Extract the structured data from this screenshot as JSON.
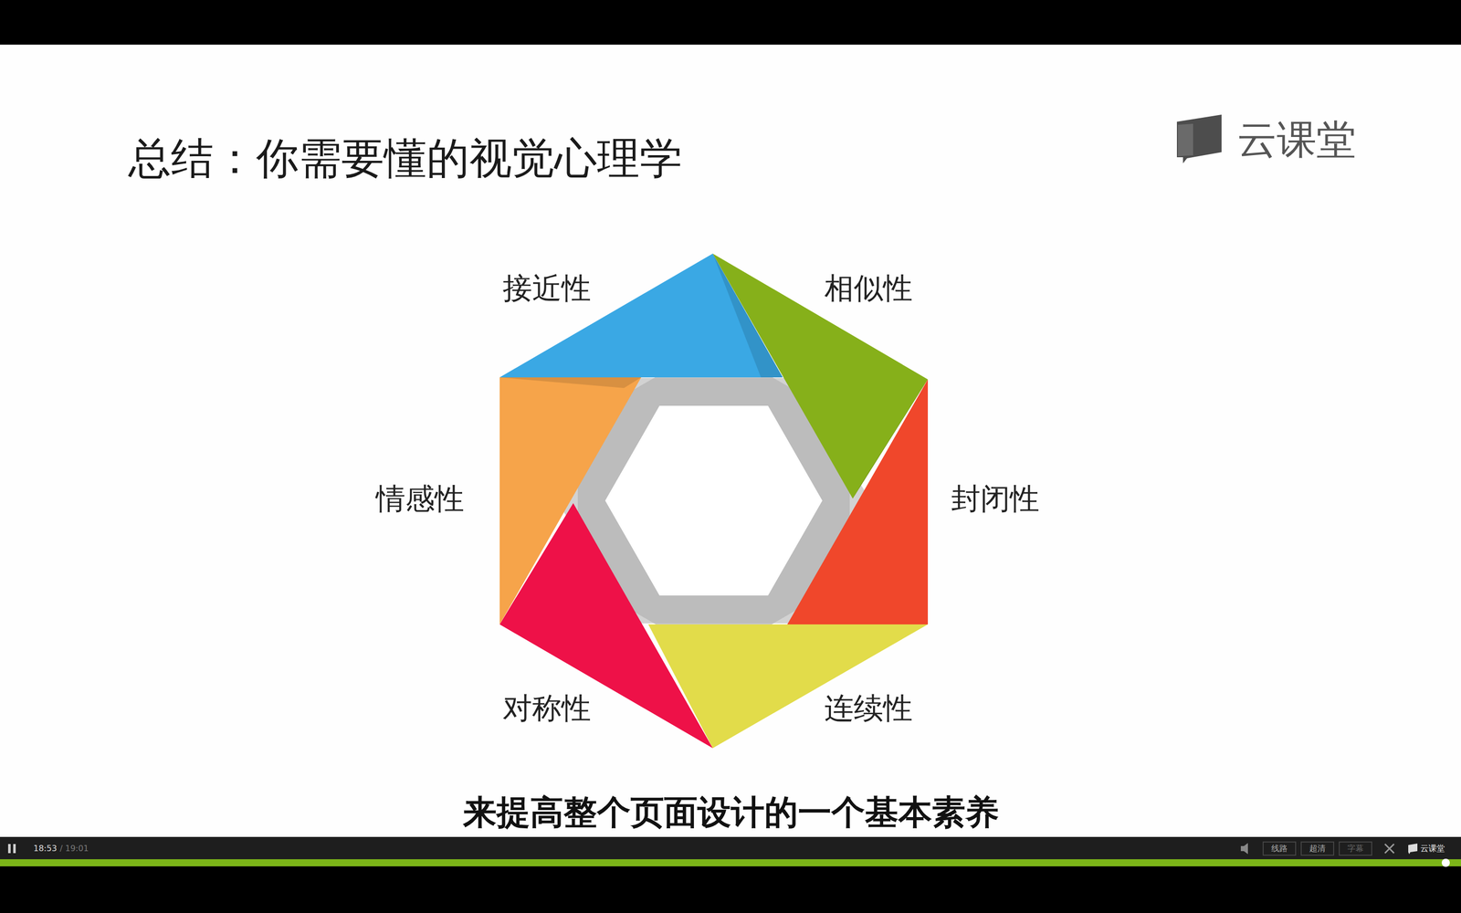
{
  "diagram": {
    "title": "总结：你需要懂的视觉心理学",
    "labels": [
      "云课堂",
      "接近性",
      "相似性",
      "情感性",
      "封闭性",
      "对称性",
      "连续性",
      "来提高整个页面设计的一个基本素养",
      "18:53",
      "/ 19:01",
      "线路",
      "超清",
      "字幕",
      "云课堂"
    ]
  }
}
